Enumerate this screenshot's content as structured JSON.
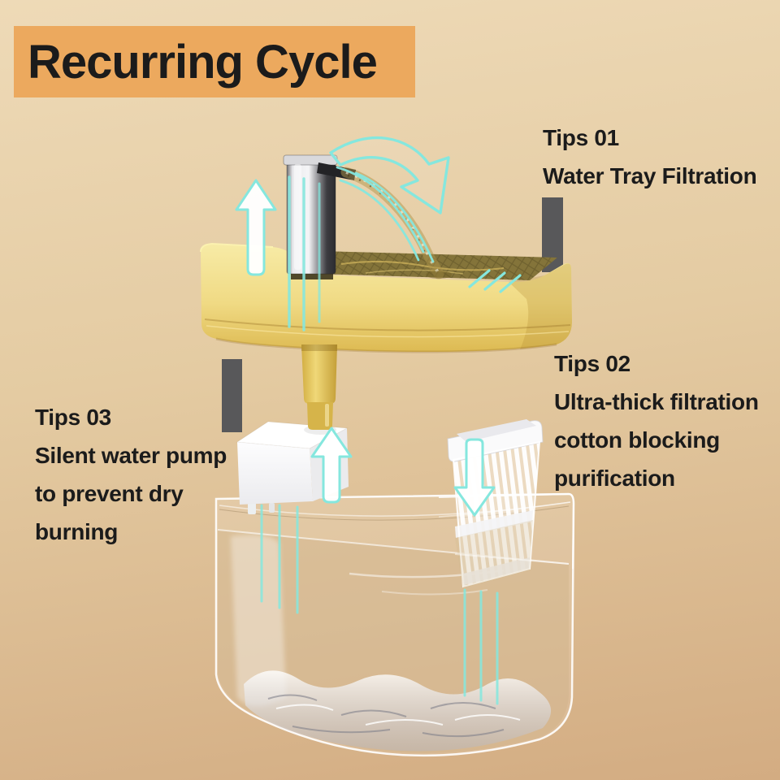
{
  "title": {
    "text": "Recurring Cycle"
  },
  "tips": [
    {
      "label": "Tips 01",
      "lines": [
        "Water Tray Filtration"
      ]
    },
    {
      "label": "Tips 02",
      "lines": [
        "Ultra-thick filtration",
        "cotton blocking",
        "purification"
      ]
    },
    {
      "label": "Tips 03",
      "lines": [
        "Silent water pump",
        "to prevent dry",
        "burning"
      ]
    }
  ],
  "colors": {
    "bg_top": "#EEDAB7",
    "bg_mid": "#E4CBA2",
    "bg_bottom": "#D3AC82",
    "banner": "#ECA95E",
    "ink": "#1B1B1B",
    "flow": "#85E7DE",
    "gray_bar": "#58585A",
    "tray_yellow": "#F2DE8A",
    "pump_white": "#FAFAFA"
  }
}
